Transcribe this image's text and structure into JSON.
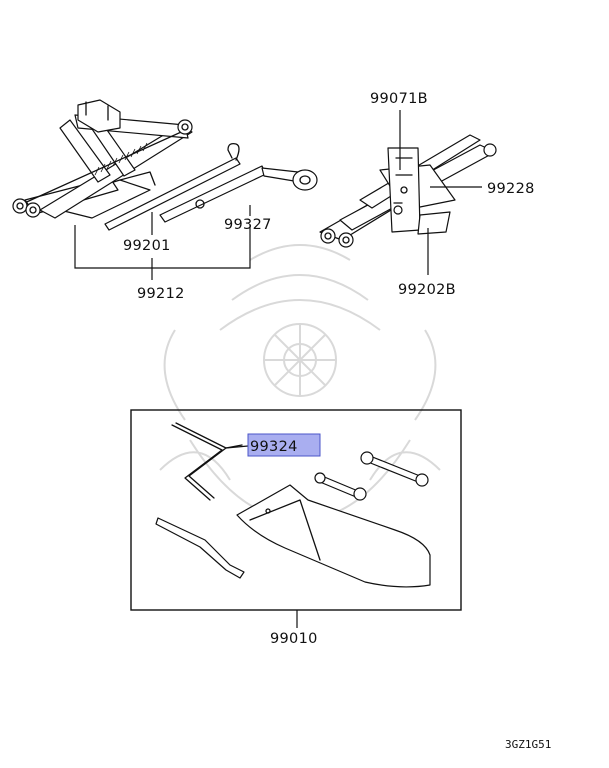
{
  "diagram": {
    "parts": {
      "p99071b": "99071B",
      "p99228": "99228",
      "p99202b": "99202B",
      "p99201": "99201",
      "p99327": "99327",
      "p99212": "99212",
      "p99324": "99324",
      "p99010": "99010"
    },
    "highlight": {
      "part": "99324",
      "fill": "#a9aef0",
      "stroke": "#4b55c8"
    },
    "footer_code": "3GZ1G51"
  }
}
